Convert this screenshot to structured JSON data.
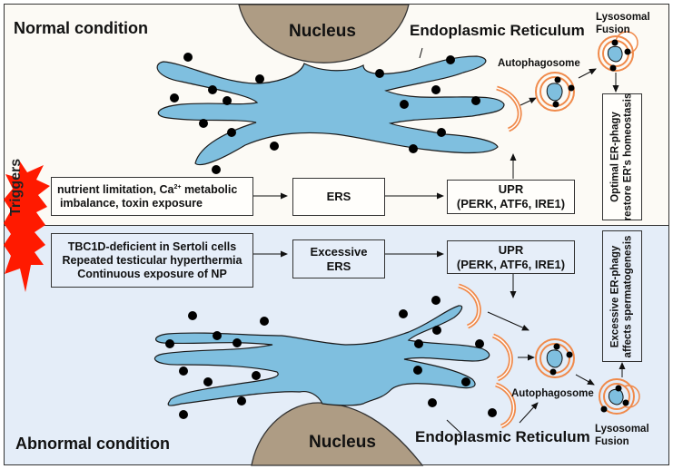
{
  "colors": {
    "normal_bg": "#fcfaf5",
    "abnormal_bg": "#e4edf8",
    "er_fill": "#7fbfdf",
    "nucleus_fill": "#ae9c84",
    "membrane": "#f08a4b",
    "ribosome": "#000000",
    "trigger_burst": "#ff1a00"
  },
  "normal": {
    "title": "Normal condition",
    "nucleus_label": "Nucleus",
    "er_label": "Endoplasmic Reticulum",
    "autophagosome_label": "Autophagosome",
    "lysosomal_label_line1": "Lysosomal",
    "lysosomal_label_line2": "Fusion",
    "triggers_box": {
      "line1_prefix": "nutrient limitation, Ca",
      "line1_sup": "2+",
      "line1_suffix": " metabolic",
      "line2": "imbalance, toxin exposure"
    },
    "ers_box": "ERS",
    "upr_box": {
      "line1": "UPR",
      "line2": "(PERK, ATF6, IRE1)"
    },
    "outcome_box": {
      "line1": "Optimal ER-phagy",
      "line2": "restore ER's homeostasis"
    }
  },
  "triggers_label": "Triggers",
  "abnormal": {
    "title": "Abnormal condition",
    "nucleus_label": "Nucleus",
    "er_label": "Endoplasmic Reticulum",
    "autophagosome_label": "Autophagosome",
    "lysosomal_label_line1": "Lysosomal",
    "lysosomal_label_line2": "Fusion",
    "triggers_box": {
      "line1": "TBC1D-deficient in Sertoli cells",
      "line2": "Repeated testicular hyperthermia",
      "line3": "Continuous exposure of NP"
    },
    "ers_box": {
      "line1": "Excessive",
      "line2": "ERS"
    },
    "upr_box": {
      "line1": "UPR",
      "line2": "(PERK, ATF6, IRE1)"
    },
    "outcome_box": {
      "line1": "Excessive ER-phagy",
      "line2": "affects spermatogenesis"
    }
  }
}
